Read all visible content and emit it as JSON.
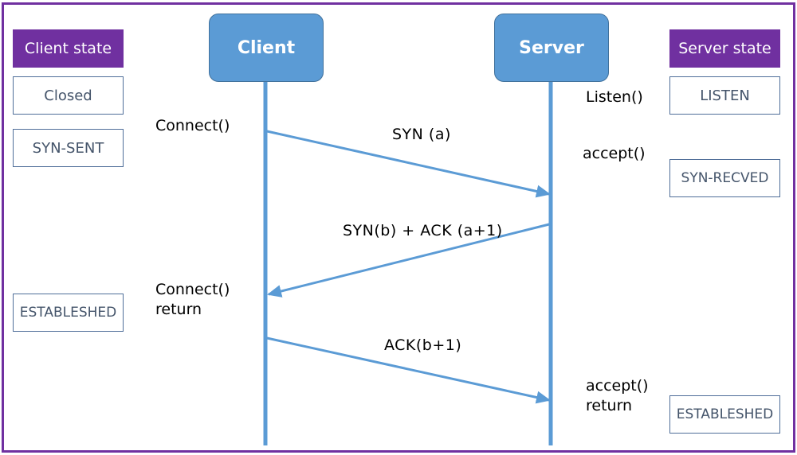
{
  "colors": {
    "frame": "#7030a0",
    "state_header_bg": "#7030a0",
    "actor_bg": "#5b9bd5",
    "lifeline": "#5b9bd5",
    "arrow": "#5b9bd5",
    "state_box_border": "#4f6e99",
    "state_box_text": "#44546a"
  },
  "client_state": {
    "header": "Client state",
    "states": [
      "Closed",
      "SYN-SENT",
      "ESTABLESHED"
    ]
  },
  "server_state": {
    "header": "Server state",
    "states": [
      "LISTEN",
      "SYN-RECVED",
      "ESTABLESHED"
    ]
  },
  "actors": {
    "client": "Client",
    "server": "Server"
  },
  "client_calls": {
    "connect": "Connect()",
    "connect_return": [
      "Connect()",
      "return"
    ]
  },
  "server_calls": {
    "listen": "Listen()",
    "accept": "accept()",
    "accept_return": [
      "accept()",
      "return"
    ]
  },
  "messages": [
    {
      "label": "SYN  (a)",
      "from": "client",
      "to": "server"
    },
    {
      "label": "SYN(b)  +  ACK  (a+1)",
      "from": "server",
      "to": "client"
    },
    {
      "label": "ACK(b+1)",
      "from": "client",
      "to": "server"
    }
  ]
}
